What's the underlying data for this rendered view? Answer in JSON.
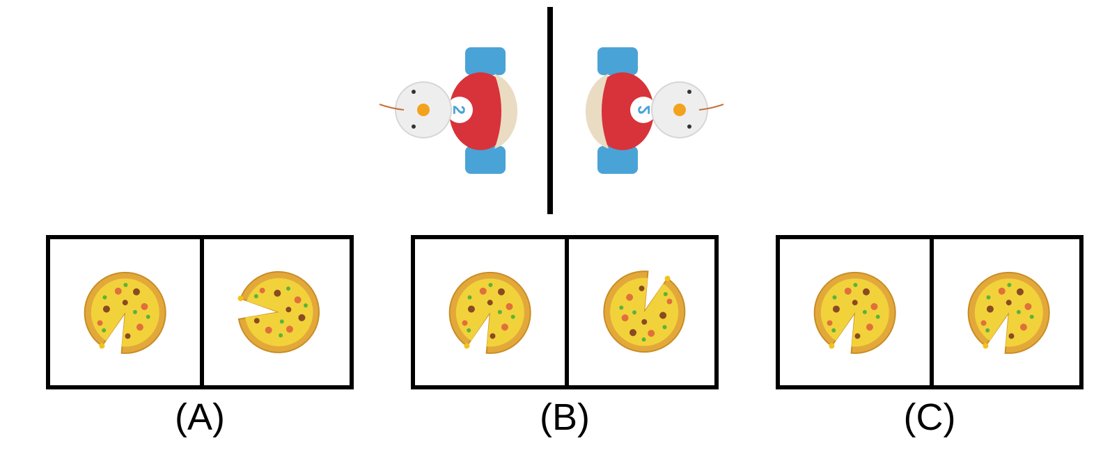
{
  "options": [
    {
      "label": "(A)"
    },
    {
      "label": "(B)"
    },
    {
      "label": "(C)"
    }
  ],
  "toy": {
    "number": "2"
  },
  "colors": {
    "crust": "#e3a83a",
    "cheese": "#f2d23b",
    "pepperoni": "#e0703a",
    "sausage": "#8a4a22",
    "herb": "#5bb33a",
    "toy_red": "#d8333a",
    "toy_blue": "#4aa3d6",
    "toy_white": "#eeeeee"
  }
}
